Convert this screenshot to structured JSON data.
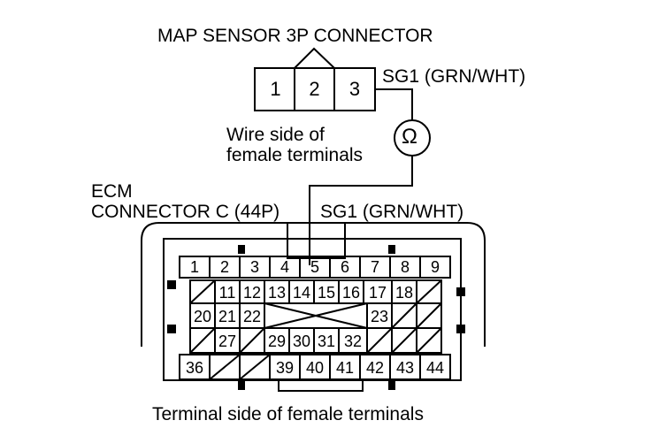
{
  "map_sensor": {
    "title": "MAP SENSOR 3P CONNECTOR",
    "pins": [
      "1",
      "2",
      "3"
    ],
    "wire_label": "SG1 (GRN/WHT)",
    "view_note_line1": "Wire side of",
    "view_note_line2": "female terminals"
  },
  "meter": {
    "symbol": "Ω",
    "icon": "ohmmeter-icon"
  },
  "ecm": {
    "label_line1": "ECM",
    "label_line2": "CONNECTOR C (44P)",
    "wire_label": "SG1 (GRN/WHT)",
    "row1": [
      "1",
      "2",
      "3",
      "4",
      "5",
      "6",
      "7",
      "8",
      "9"
    ],
    "row2": [
      "11",
      "12",
      "13",
      "14",
      "15",
      "16",
      "17",
      "18"
    ],
    "row3": [
      "20",
      "21",
      "22",
      "23"
    ],
    "row4": [
      "27",
      "29",
      "30",
      "31",
      "32"
    ],
    "row5": [
      "36",
      "39",
      "40",
      "41",
      "42",
      "43",
      "44"
    ],
    "view_note": "Terminal side of female terminals"
  }
}
